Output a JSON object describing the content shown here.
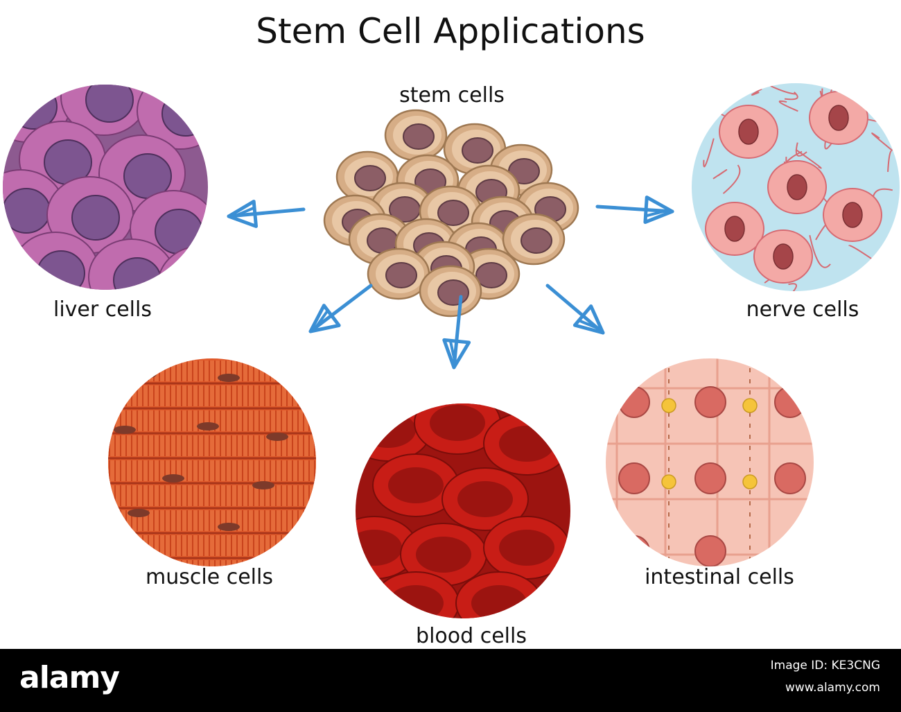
{
  "title": "Stem Cell Applications",
  "source": {
    "label": "stem cells"
  },
  "targets": {
    "liver": "liver cells",
    "nerve": "nerve cells",
    "muscle": "muscle cells",
    "blood": "blood cells",
    "intestinal": "intestinal cells"
  },
  "watermark": {
    "logo": "alamy",
    "image_id": "Image ID: KE3CNG",
    "site": "www.alamy.com"
  },
  "colors": {
    "arrow": "#3b8fd4",
    "liver": "#c06cae",
    "nerve": "#b9e1ee",
    "muscle": "#e0592a",
    "blood": "#c81d16",
    "intestinal": "#f6c4b6",
    "stem": "#d6ad86"
  }
}
